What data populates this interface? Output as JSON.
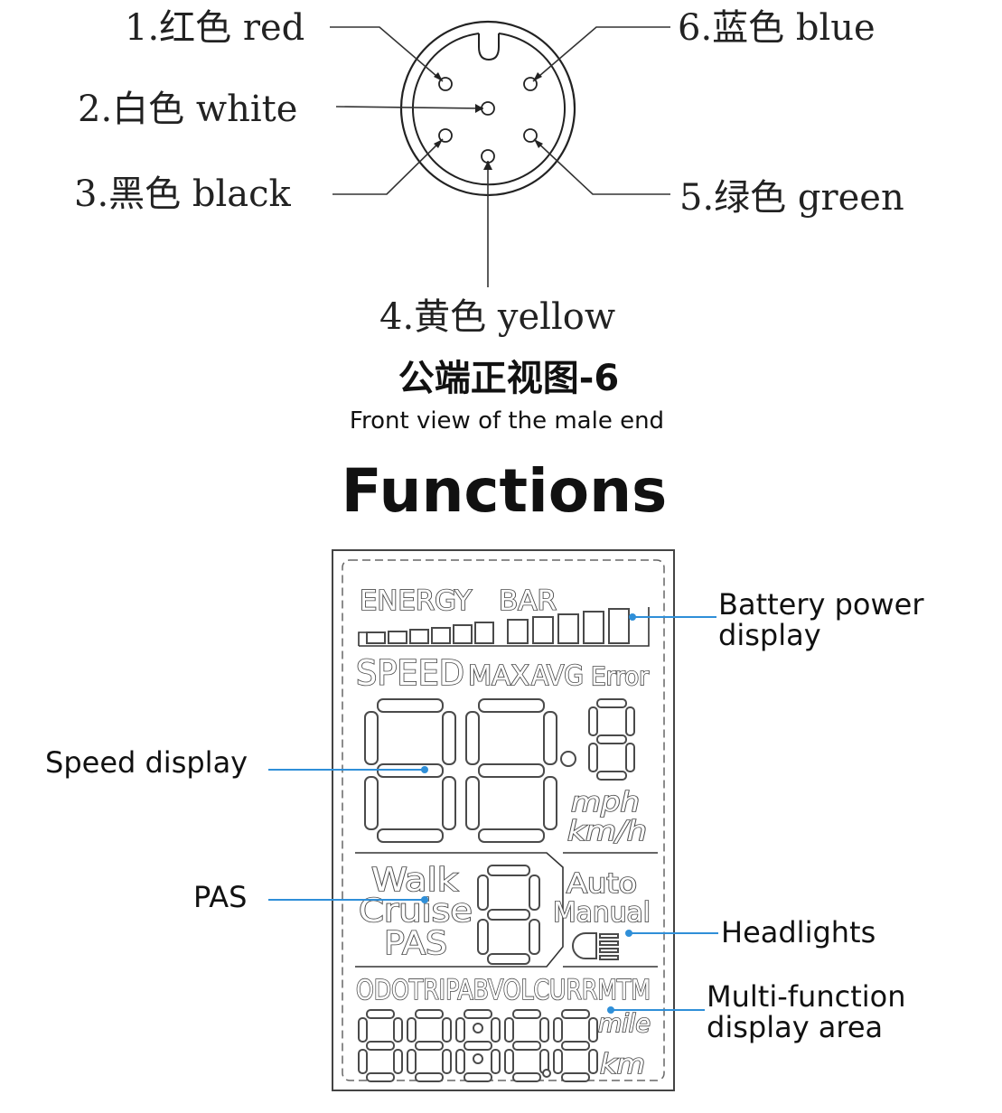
{
  "connector": {
    "pins": [
      {
        "label": "1.红色 red"
      },
      {
        "label": "2.白色 white"
      },
      {
        "label": "3.黑色 black"
      },
      {
        "label": "4.黄色 yellow"
      },
      {
        "label": "5.绿色 green"
      },
      {
        "label": "6.蓝色 blue"
      }
    ],
    "caption_cn": "公端正视图-6",
    "caption_en": "Front view of the male end"
  },
  "functions": {
    "title": "Functions",
    "callouts": {
      "battery_line1": "Battery power",
      "battery_line2": "display",
      "speed": "Speed display",
      "pas": "PAS",
      "headlights": "Headlights",
      "multi_line1": "Multi-function",
      "multi_line2": "display area"
    },
    "lcd": {
      "energy": "ENERGY",
      "bar": "BAR",
      "speed": "SPEED",
      "max": "MAX",
      "avg": "AVG",
      "error": "Error",
      "mph": "mph",
      "kmh": "km/h",
      "walk": "Walk",
      "cruise": "Cruise",
      "pas": "PAS",
      "auto": "Auto",
      "manual": "Manual",
      "modes": "ODOTRIPABVOLCURRMTM",
      "mile": "mile",
      "km": "km"
    }
  }
}
